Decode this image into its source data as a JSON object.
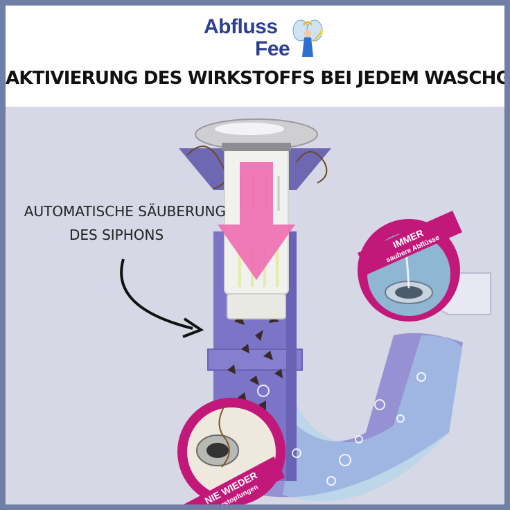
{
  "logo": {
    "line1": "Abfluss",
    "line2": "Fee"
  },
  "headline": "AKTIVIERUNG DES WIRKSTOFFS BEI JEDEM WASCHGANG",
  "callout": {
    "line1": "AUTOMATISCHE SÄUBERUNG",
    "line2": "DES SIPHONS"
  },
  "badge_top": {
    "line1": "IMMER",
    "line2": "saubere Abflüsse"
  },
  "badge_bottom": {
    "line1": "NIE WIEDER",
    "line2": "Verstopfungen"
  },
  "colors": {
    "accent": "#c2187a",
    "brand": "#2a3f8f",
    "pipe": "#7b74c7",
    "arrow": "#f06bb0"
  }
}
